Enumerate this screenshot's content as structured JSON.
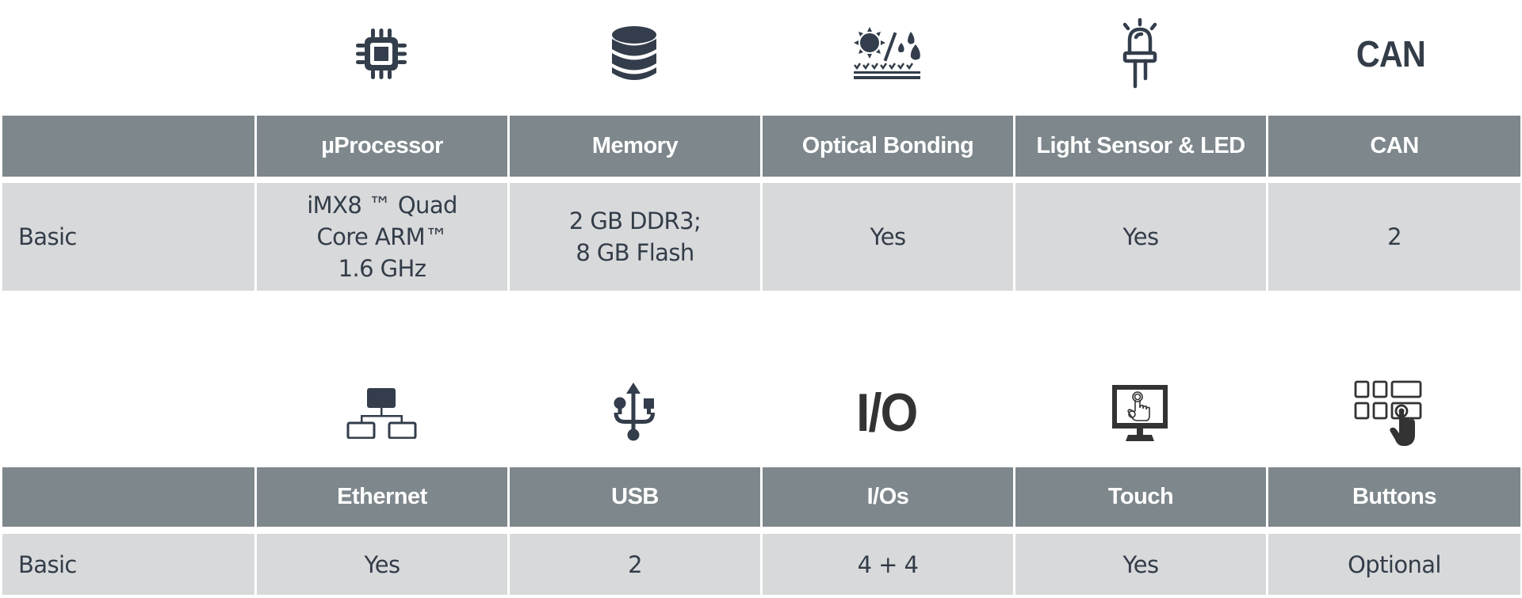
{
  "table1": {
    "icons": [
      "microprocessor-icon",
      "database-icon",
      "sun-rain-protection-icon",
      "led-icon",
      "can-text-icon"
    ],
    "icon_text": {
      "can": "CAN"
    },
    "headers": [
      "",
      "µProcessor",
      "Memory",
      "Optical Bonding",
      "Light Sensor & LED",
      "CAN"
    ],
    "rows": [
      {
        "label": "Basic",
        "cells": [
          [
            "iMX8 ™ Quad",
            "Core ARM™",
            "1.6 GHz"
          ],
          [
            "2 GB DDR3;",
            "8 GB Flash"
          ],
          [
            "Yes"
          ],
          [
            "Yes"
          ],
          [
            "2"
          ]
        ]
      }
    ]
  },
  "table2": {
    "icons": [
      "ethernet-network-icon",
      "usb-icon",
      "io-text-icon",
      "touch-screen-icon",
      "buttons-keypad-icon"
    ],
    "icon_text": {
      "io": "I/O"
    },
    "headers": [
      "",
      "Ethernet",
      "USB",
      "I/Os",
      "Touch",
      "Buttons"
    ],
    "rows": [
      {
        "label": "Basic",
        "cells": [
          [
            "Yes"
          ],
          [
            "2"
          ],
          [
            "4 + 4"
          ],
          [
            "Yes"
          ],
          [
            "Optional"
          ]
        ]
      }
    ]
  },
  "colors": {
    "header_bg": "#7e878c",
    "row_bg": "#d8d9db",
    "text_dark": "#333d48",
    "icon": "#333d4b"
  }
}
